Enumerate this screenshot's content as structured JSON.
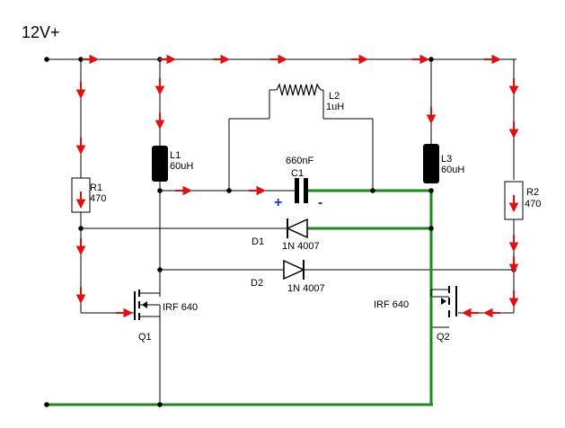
{
  "supply_label": "12V+",
  "components": {
    "r1": {
      "name": "R1",
      "value": "470"
    },
    "r2": {
      "name": "R2",
      "value": "470"
    },
    "l1": {
      "name": "L1",
      "value": "60uH"
    },
    "l2": {
      "name": "L2",
      "value": "1uH"
    },
    "l3": {
      "name": "L3",
      "value": "60uH"
    },
    "c1": {
      "name": "C1",
      "value": "660nF",
      "plus": "+",
      "minus": "-"
    },
    "d1": {
      "name": "D1",
      "part": "1N 4007"
    },
    "d2": {
      "name": "D2",
      "part": "1N 4007"
    },
    "q1": {
      "name": "Q1",
      "part": "IRF 640"
    },
    "q2": {
      "name": "Q2",
      "part": "IRF 640"
    }
  },
  "colors": {
    "wire": "#000000",
    "ground_wire": "#1a8a1a",
    "current_arrow": "#e01010",
    "polarity": "#1f2fd0"
  }
}
